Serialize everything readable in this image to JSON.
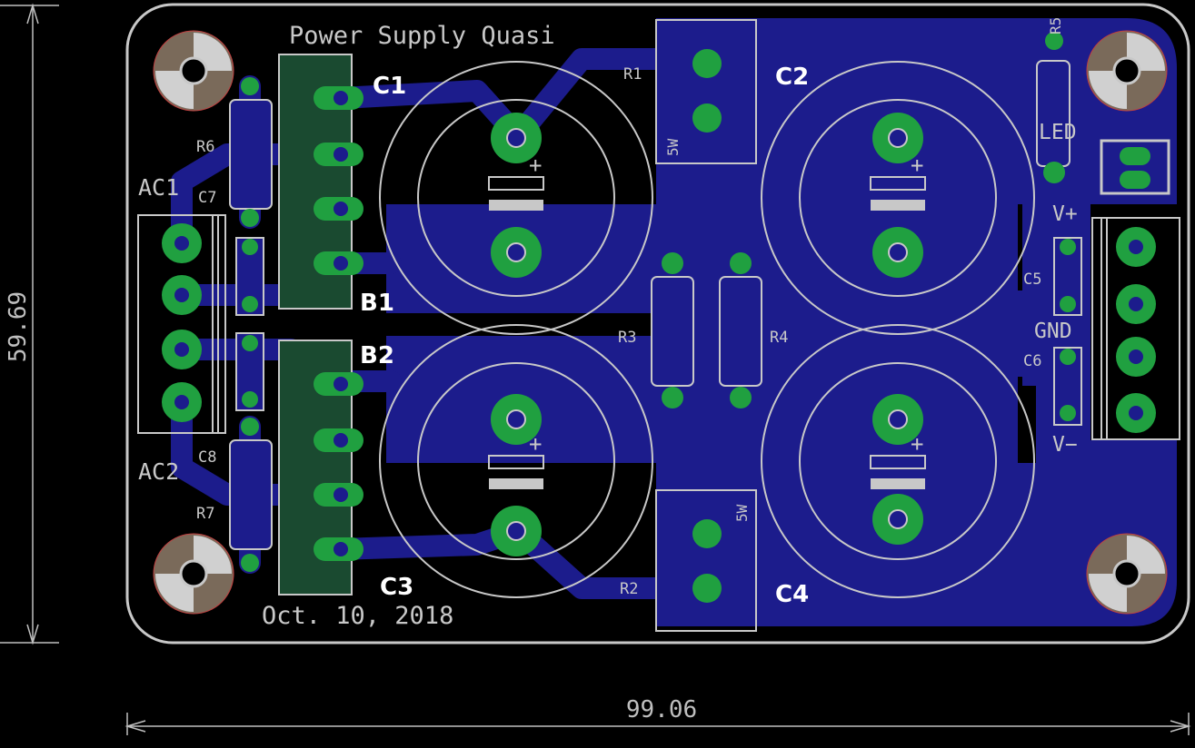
{
  "board": {
    "title": "Power Supply Quasi",
    "date": "Oct. 10, 2018",
    "width_dim": "99.06",
    "height_dim": "59.69"
  },
  "labels": {
    "c1": "C1",
    "c2": "C2",
    "c3": "C3",
    "c4": "C4",
    "b1": "B1",
    "b2": "B2",
    "ac1": "AC1",
    "ac2": "AC2",
    "r1": "R1",
    "r2": "R2",
    "r3": "R3",
    "r4": "R4",
    "r5": "R5",
    "r6": "R6",
    "r7": "R7",
    "c5": "C5",
    "c6": "C6",
    "c7": "C7",
    "c8": "C8",
    "led": "LED",
    "vplus": "V+",
    "vminus": "V−",
    "gnd": "GND",
    "watt1": "5W",
    "watt2": "5W"
  },
  "colors": {
    "copper": "#1c1c8c",
    "pad": "#20a040",
    "silkscreen": "#c8c8c8",
    "background": "#000000"
  }
}
